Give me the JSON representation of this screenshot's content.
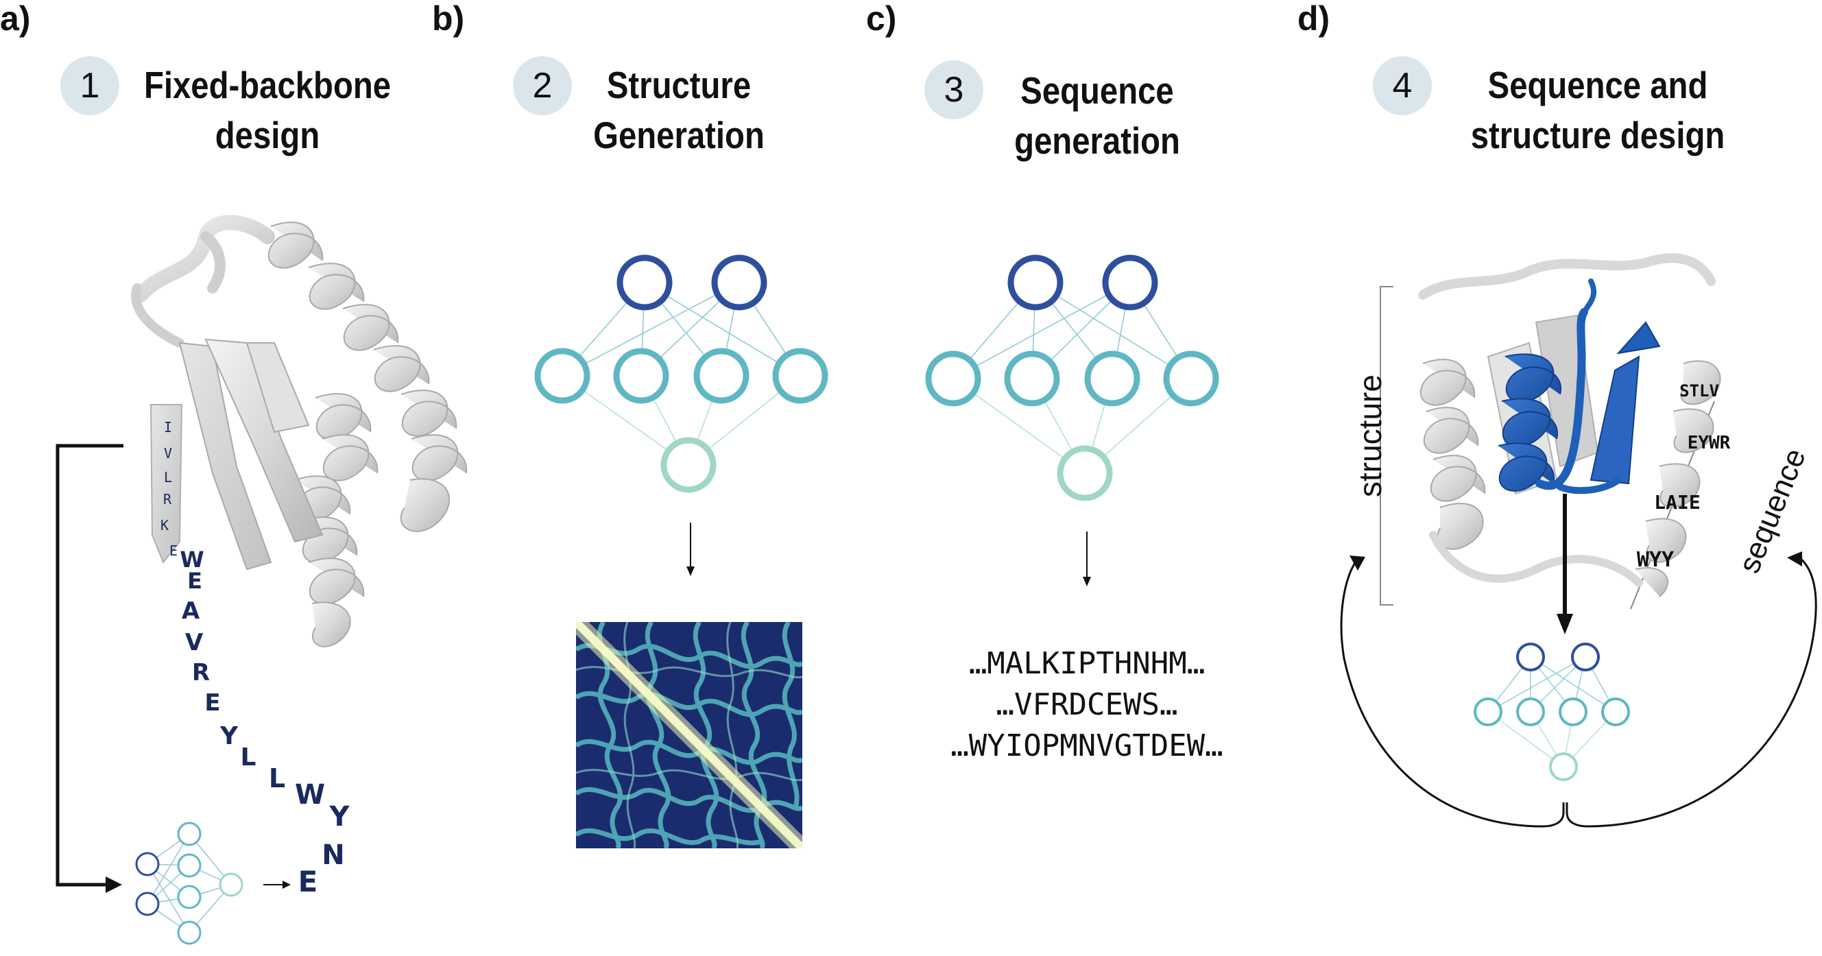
{
  "panels": [
    {
      "letter": "a)",
      "number": "1",
      "title_line1": "Fixed-backbone",
      "title_line2": "design"
    },
    {
      "letter": "b)",
      "number": "2",
      "title_line1": "Structure",
      "title_line2": "Generation"
    },
    {
      "letter": "c)",
      "number": "3",
      "title_line1": "Sequence",
      "title_line2": "generation"
    },
    {
      "letter": "d)",
      "number": "4",
      "title_line1": "Sequence and",
      "title_line2": "structure design"
    }
  ],
  "panel_a": {
    "strand_letters": [
      "I",
      "V",
      "L",
      "R",
      "K",
      "E"
    ],
    "chain_letters": [
      "W",
      "E",
      "A",
      "V",
      "R",
      "E",
      "Y",
      "L",
      "L",
      "W",
      "Y",
      "N"
    ],
    "output_letter": "E"
  },
  "panel_c": {
    "sequences": [
      "…MALKIPTHNHM…",
      "…VFRDCEWS…",
      "…WYIOPMNVGTDEW…"
    ]
  },
  "panel_d": {
    "structure_label": "structure",
    "sequence_label": "sequence",
    "helix_labels": [
      "STLV",
      "EYWR",
      "LAIE",
      "WYY"
    ]
  },
  "colors": {
    "network_dark_blue": "#2e4f9e",
    "network_teal": "#5fb7c4",
    "network_mint": "#9fd6c8",
    "highlight_blue": "#1f5fb8",
    "letter_navy": "#1a2a5e",
    "badge_bg": "#dbe6ec"
  }
}
